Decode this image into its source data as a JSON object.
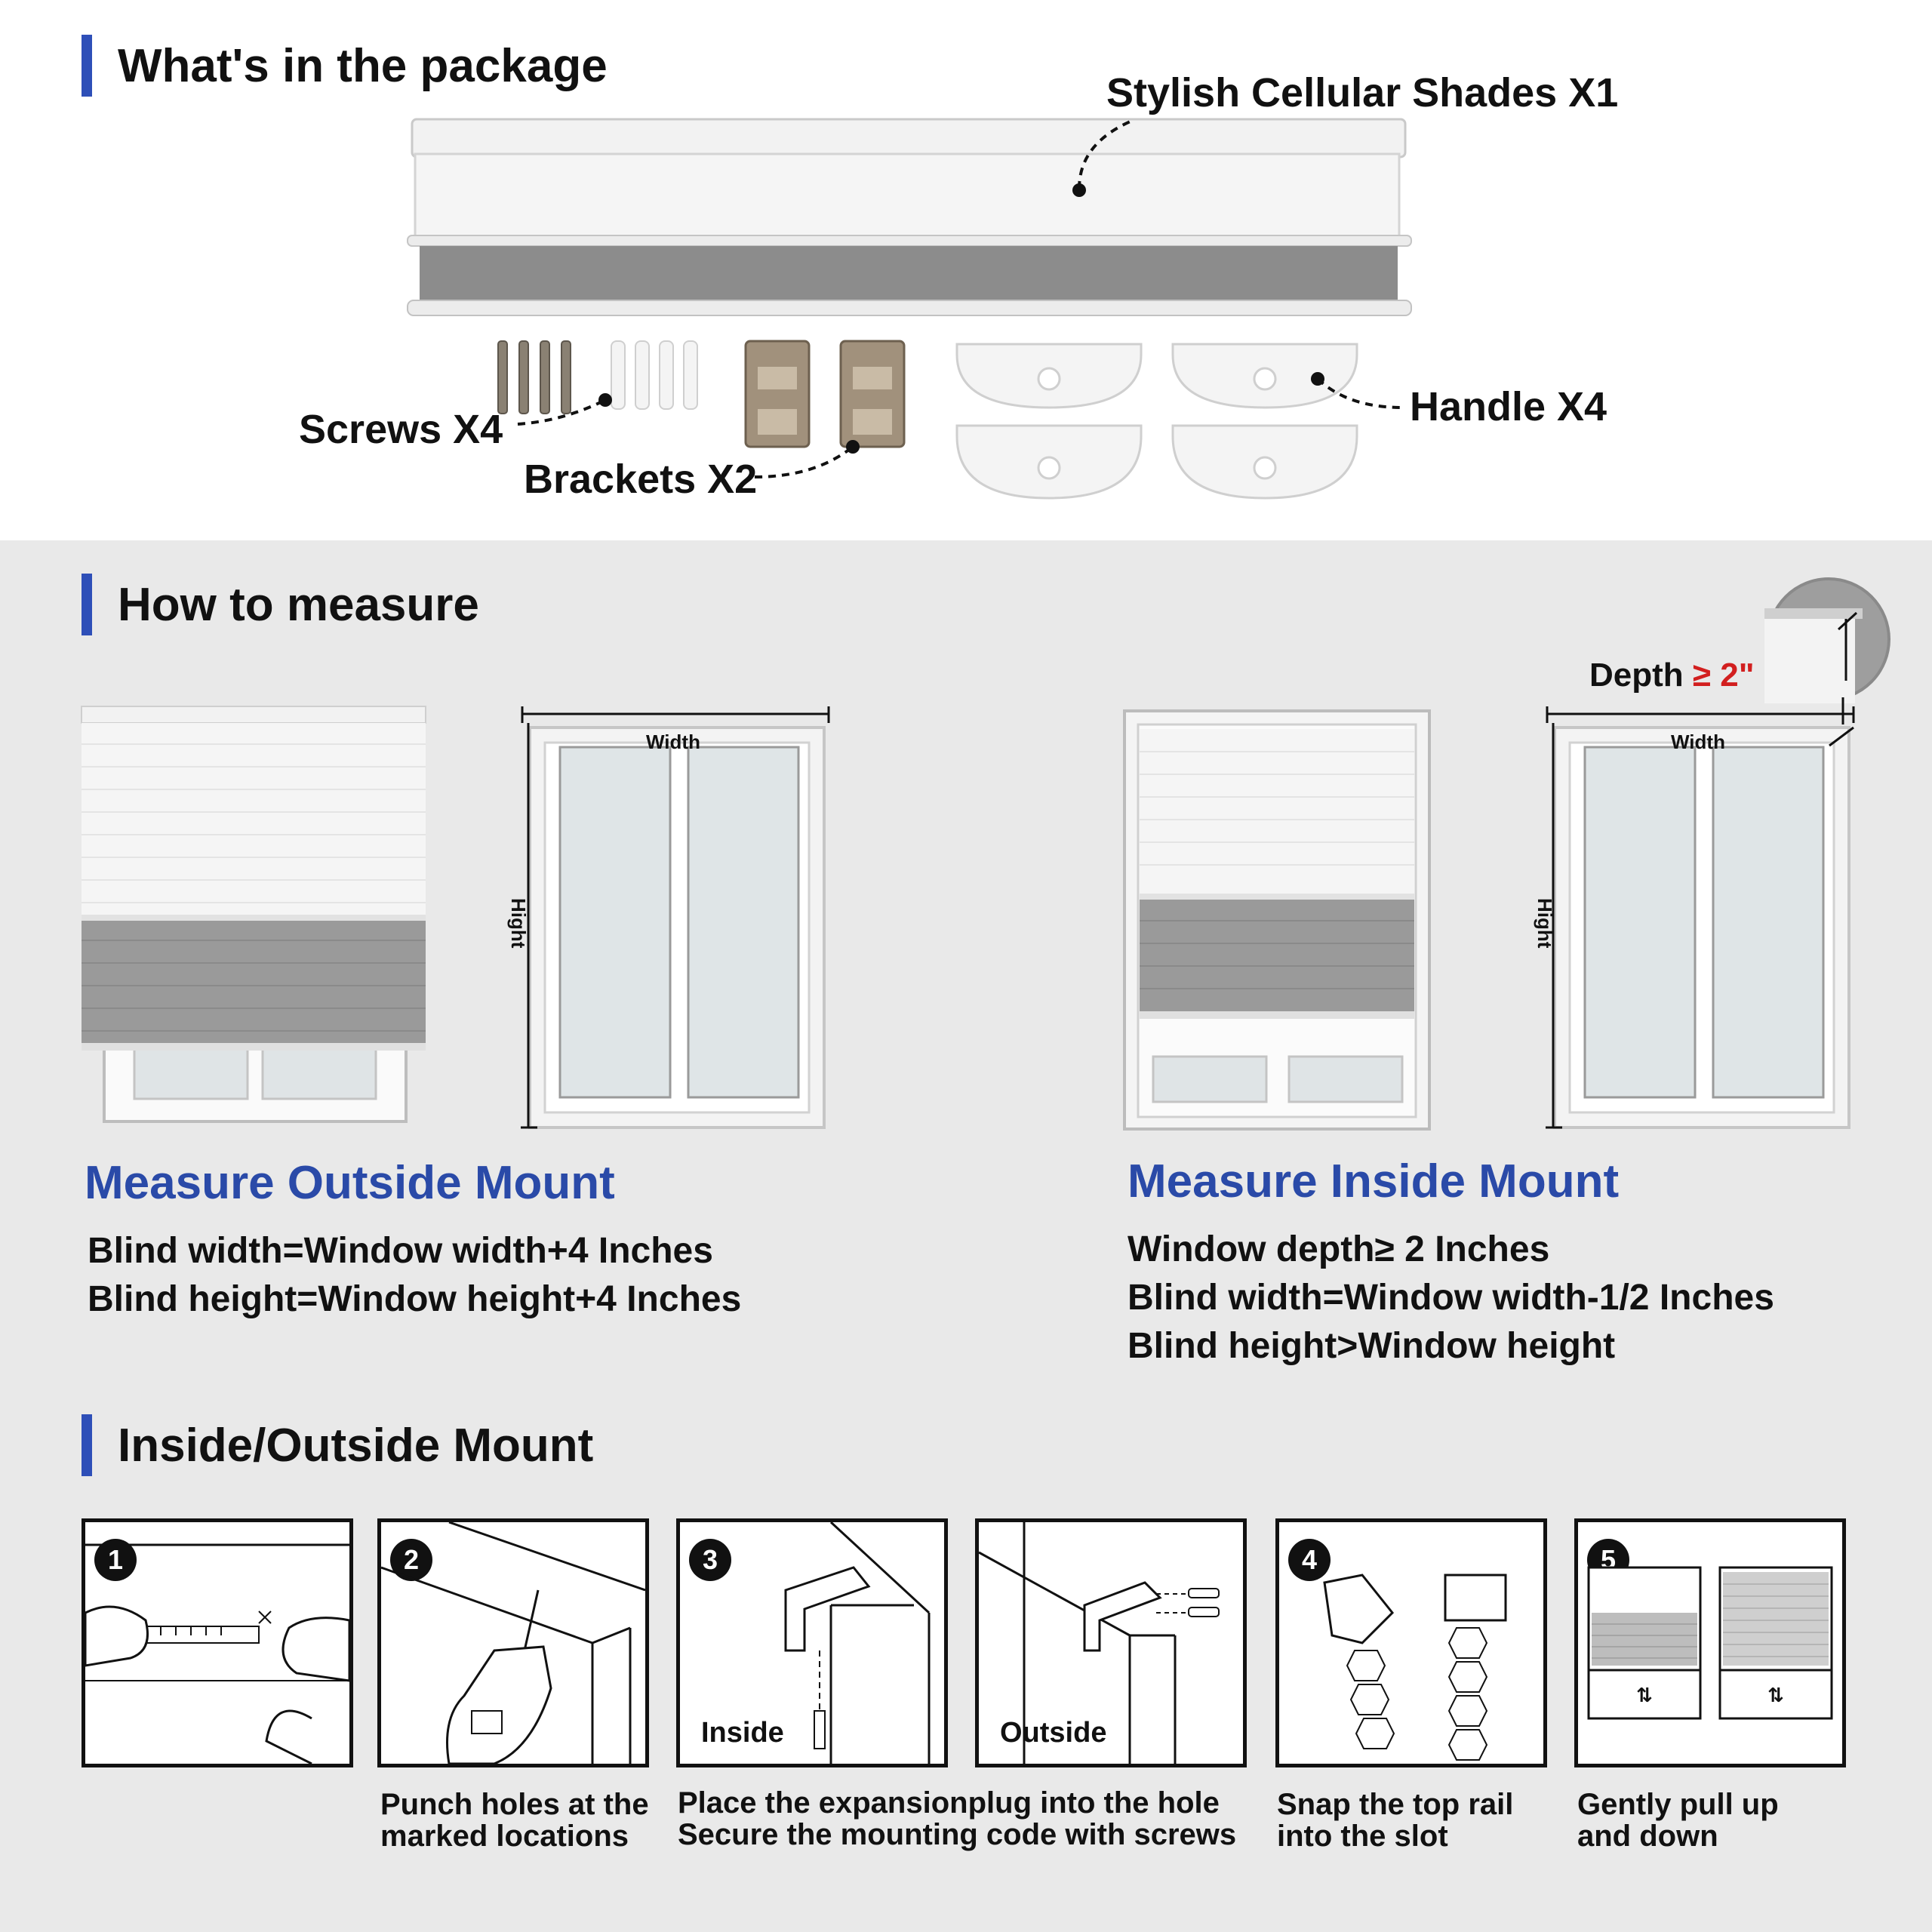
{
  "package": {
    "title": "What's in the package",
    "shade_label": "Stylish Cellular Shades X1",
    "screws_label": "Screws X4",
    "brackets_label": "Brackets X2",
    "handle_label": "Handle X4"
  },
  "measure": {
    "title": "How to measure",
    "depth_label": "Depth",
    "depth_value": "≥ 2\"",
    "width_label": "Width",
    "height_label": "Hight",
    "outside": {
      "heading": "Measure Outside Mount",
      "lines": [
        "Blind width=Window width+4 Inches",
        "Blind height=Window height+4 Inches"
      ]
    },
    "inside": {
      "heading": "Measure Inside Mount",
      "lines": [
        "Window depth≥ 2 Inches",
        "Blind width=Window width-1/2 Inches",
        "Blind height>Window height"
      ]
    }
  },
  "mount": {
    "title": "Inside/Outside Mount",
    "steps": [
      {
        "number": "1"
      },
      {
        "number": "2",
        "caption_1": "Punch holes at the",
        "caption_2": "marked locations"
      },
      {
        "number": "3",
        "label": "Inside"
      },
      {
        "label": "Outside"
      },
      {
        "number": "4",
        "caption_1": "Snap the top rail",
        "caption_2": "into the slot"
      },
      {
        "number": "5",
        "caption_1": "Gently pull up",
        "caption_2": "and down"
      }
    ],
    "caption_3_1": "Place the expansionplug into the hole",
    "caption_3_2": "Secure the mounting code with screws"
  },
  "colors": {
    "accent_blue": "#2e4fb8",
    "depth_red": "#d21f1f",
    "section_grey": "#e9e9e9"
  }
}
